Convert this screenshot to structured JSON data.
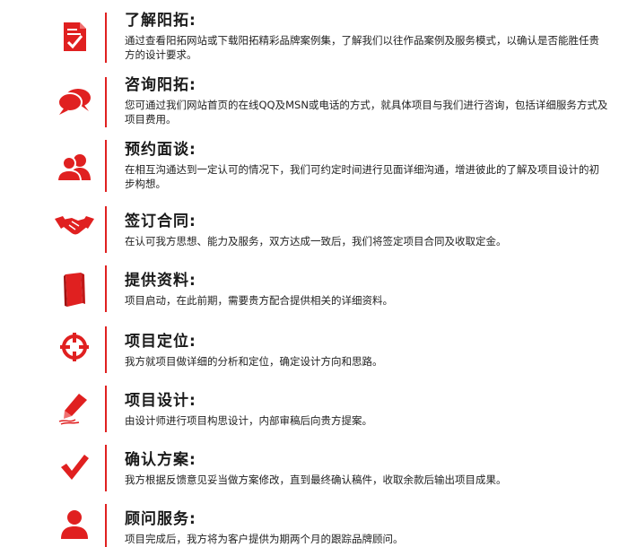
{
  "accent_color": "#e02020",
  "steps": [
    {
      "icon": "document-check-icon",
      "title": "了解阳拓:",
      "desc": "通过查看阳拓网站或下载阳拓精彩品牌案例集，了解我们以往作品案例及服务模式，以确认是否能胜任贵方的设计要求。"
    },
    {
      "icon": "chat-bubbles-icon",
      "title": "咨询阳拓:",
      "desc": "您可通过我们网站首页的在线QQ及MSN或电话的方式，就具体项目与我们进行咨询，包括详细服务方式及项目费用。"
    },
    {
      "icon": "people-icon",
      "title": "预约面谈:",
      "desc": "在相互沟通达到一定认可的情况下，我们可约定时间进行见面详细沟通，增进彼此的了解及项目设计的初步构想。"
    },
    {
      "icon": "handshake-icon",
      "title": "签订合同:",
      "desc": "在认可我方思想、能力及服务，双方达成一致后，我们将签定项目合同及收取定金。"
    },
    {
      "icon": "folder-icon",
      "title": "提供资料:",
      "desc": "项目启动，在此前期，需要贵方配合提供相关的详细资料。"
    },
    {
      "icon": "target-icon",
      "title": "项目定位:",
      "desc": "我方就项目做详细的分析和定位，确定设计方向和思路。"
    },
    {
      "icon": "pencil-icon",
      "title": "项目设计:",
      "desc": "由设计师进行项目构思设计，内部审稿后向贵方提案。"
    },
    {
      "icon": "checkmark-icon",
      "title": "确认方案:",
      "desc": "我方根据反馈意见妥当做方案修改，直到最终确认稿件，收取余款后输出项目成果。"
    },
    {
      "icon": "user-icon",
      "title": "顾问服务:",
      "desc": "项目完成后，我方将为客户提供为期两个月的跟踪品牌顾问。"
    }
  ]
}
